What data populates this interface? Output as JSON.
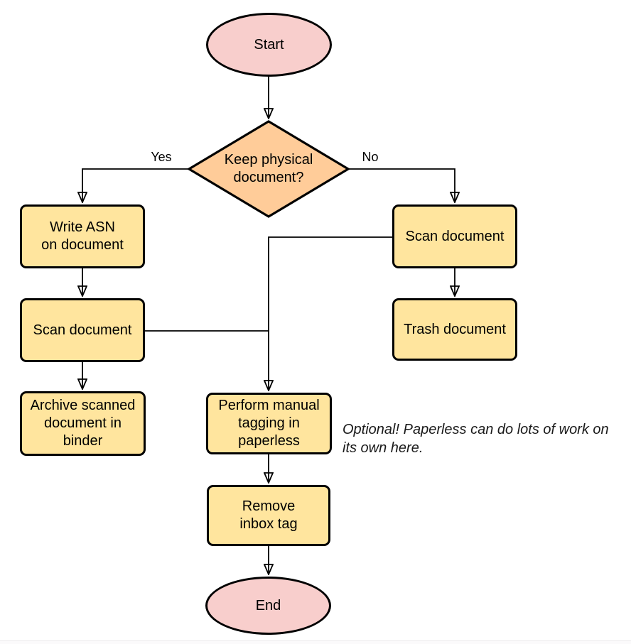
{
  "colors": {
    "terminator_fill": "#F8CECC",
    "decision_fill": "#FFCC99",
    "process_fill": "#FFE59E",
    "stroke": "#000000",
    "annotation_text": "#1A1A1A"
  },
  "nodes": {
    "start": {
      "label": "Start",
      "type": "terminator"
    },
    "decision": {
      "label": "Keep physical\ndocument?",
      "type": "decision"
    },
    "write_asn": {
      "label": "Write ASN\non document",
      "type": "process"
    },
    "scan_left": {
      "label": "Scan document",
      "type": "process"
    },
    "archive": {
      "label": "Archive scanned\ndocument in\nbinder",
      "type": "process"
    },
    "scan_right": {
      "label": "Scan document",
      "type": "process"
    },
    "trash": {
      "label": "Trash document",
      "type": "process"
    },
    "tagging": {
      "label": "Perform manual\ntagging in\npaperless",
      "type": "process"
    },
    "remove_inbox": {
      "label": "Remove\ninbox tag",
      "type": "process"
    },
    "end": {
      "label": "End",
      "type": "terminator"
    }
  },
  "edge_labels": {
    "yes": "Yes",
    "no": "No"
  },
  "annotation": "Optional! Paperless can do lots of work on\nits own here."
}
